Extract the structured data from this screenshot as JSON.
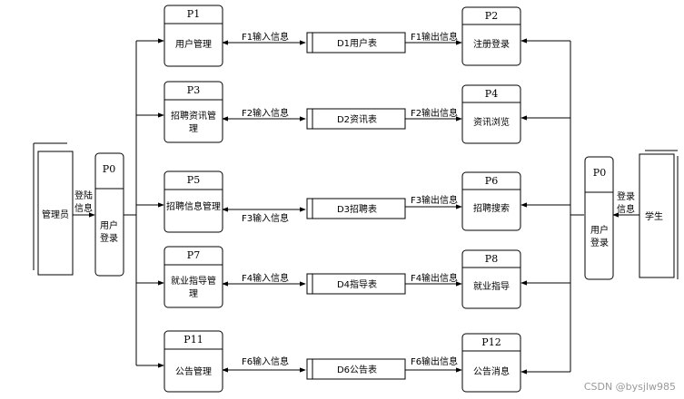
{
  "processes": {
    "p1": {
      "id": "P1",
      "name_lines": [
        "用户管理"
      ]
    },
    "p2": {
      "id": "P2",
      "name_lines": [
        "注册登录"
      ]
    },
    "p3": {
      "id": "P3",
      "name_lines": [
        "招聘资讯管",
        "理"
      ]
    },
    "p4": {
      "id": "P4",
      "name_lines": [
        "资讯浏览"
      ]
    },
    "p5": {
      "id": "P5",
      "name_lines": [
        "招聘信息管理"
      ]
    },
    "p6": {
      "id": "P6",
      "name_lines": [
        "招聘搜索"
      ]
    },
    "p7": {
      "id": "P7",
      "name_lines": [
        "就业指导管",
        "理"
      ]
    },
    "p8": {
      "id": "P8",
      "name_lines": [
        "就业指导"
      ]
    },
    "p11": {
      "id": "P11",
      "name_lines": [
        "公告管理"
      ]
    },
    "p12": {
      "id": "P12",
      "name_lines": [
        "公告消息"
      ]
    },
    "p0_left": {
      "id": "P0",
      "name_lines": [
        "用户",
        "登录"
      ]
    },
    "p0_right": {
      "id": "P0",
      "name_lines": [
        "用户",
        "登录"
      ]
    }
  },
  "stores": {
    "d1": "D1用户表",
    "d2": "D2资讯表",
    "d3": "D3招聘表",
    "d4": "D4指导表",
    "d6": "D6公告表"
  },
  "entities": {
    "admin": "管理员",
    "student": "学生"
  },
  "flows": {
    "f1_in": "F1输入信息",
    "f1_out": "F1输出信息",
    "f2_in": "F2输入信息",
    "f2_out": "F2输出信息",
    "f3_in": "F3输入信息",
    "f3_out": "F3输出信息",
    "f4_in": "F4输入信息",
    "f4_out": "F4输出信息",
    "f6_in": "F6输入信息",
    "f6_out": "F6输出信息",
    "admin_login_lines": [
      "登陆",
      "信息"
    ],
    "student_login_lines": [
      "登录",
      "信息"
    ]
  },
  "watermark": "CSDN @bysjlw985"
}
